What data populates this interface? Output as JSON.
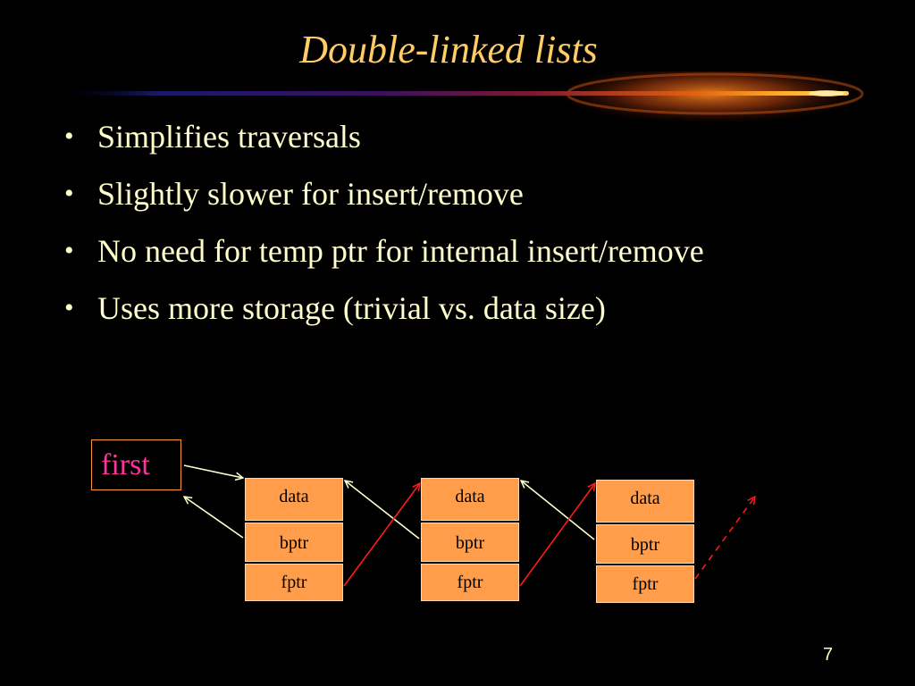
{
  "slide": {
    "title": "Double-linked lists",
    "bullets": [
      "Simplifies traversals",
      "Slightly slower for insert/remove",
      "No need for temp ptr for internal insert/remove",
      "Uses more storage (trivial vs. data size)"
    ],
    "bullet_glyph": "•",
    "page_number": "7"
  },
  "diagram": {
    "head_label": "first",
    "nodes": [
      {
        "data": "data",
        "bptr": "bptr",
        "fptr": "fptr"
      },
      {
        "data": "data",
        "bptr": "bptr",
        "fptr": "fptr"
      },
      {
        "data": "data",
        "bptr": "bptr",
        "fptr": "fptr"
      }
    ],
    "links": [
      {
        "from": "first",
        "to": "node-1",
        "kind": "head-pointer"
      },
      {
        "from": "node-1.bptr",
        "to": "first",
        "kind": "back-pointer"
      },
      {
        "from": "node-1.fptr",
        "to": "node-2",
        "kind": "forward-pointer"
      },
      {
        "from": "node-2.bptr",
        "to": "node-1",
        "kind": "back-pointer"
      },
      {
        "from": "node-2.fptr",
        "to": "node-3",
        "kind": "forward-pointer"
      },
      {
        "from": "node-3.bptr",
        "to": "node-2",
        "kind": "back-pointer"
      },
      {
        "from": "node-3.fptr",
        "to": "next",
        "kind": "forward-pointer-dashed"
      }
    ]
  },
  "colors": {
    "background": "#000000",
    "title": "#ffcc66",
    "body_text": "#ffffcc",
    "head_label": "#ff3399",
    "head_border": "#ff9933",
    "node_fill": "#ff9d4a",
    "forward_pointer": "#ff1a1a",
    "back_pointer": "#ffffcc"
  }
}
